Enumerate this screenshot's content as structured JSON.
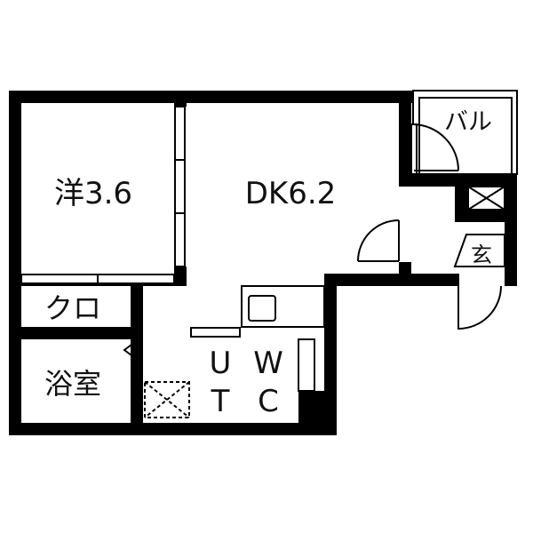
{
  "rooms": {
    "western_room": "洋3.6",
    "dining_kitchen": "DK6.2",
    "balcony": "バル",
    "entrance": "玄",
    "closet": "クロ",
    "bathroom": "浴室",
    "washroom_w": "W",
    "washroom_u": "U",
    "toilet_t": "T",
    "toilet_c": "C"
  },
  "colors": {
    "wall": "#000000",
    "line": "#333333",
    "background": "#ffffff"
  }
}
